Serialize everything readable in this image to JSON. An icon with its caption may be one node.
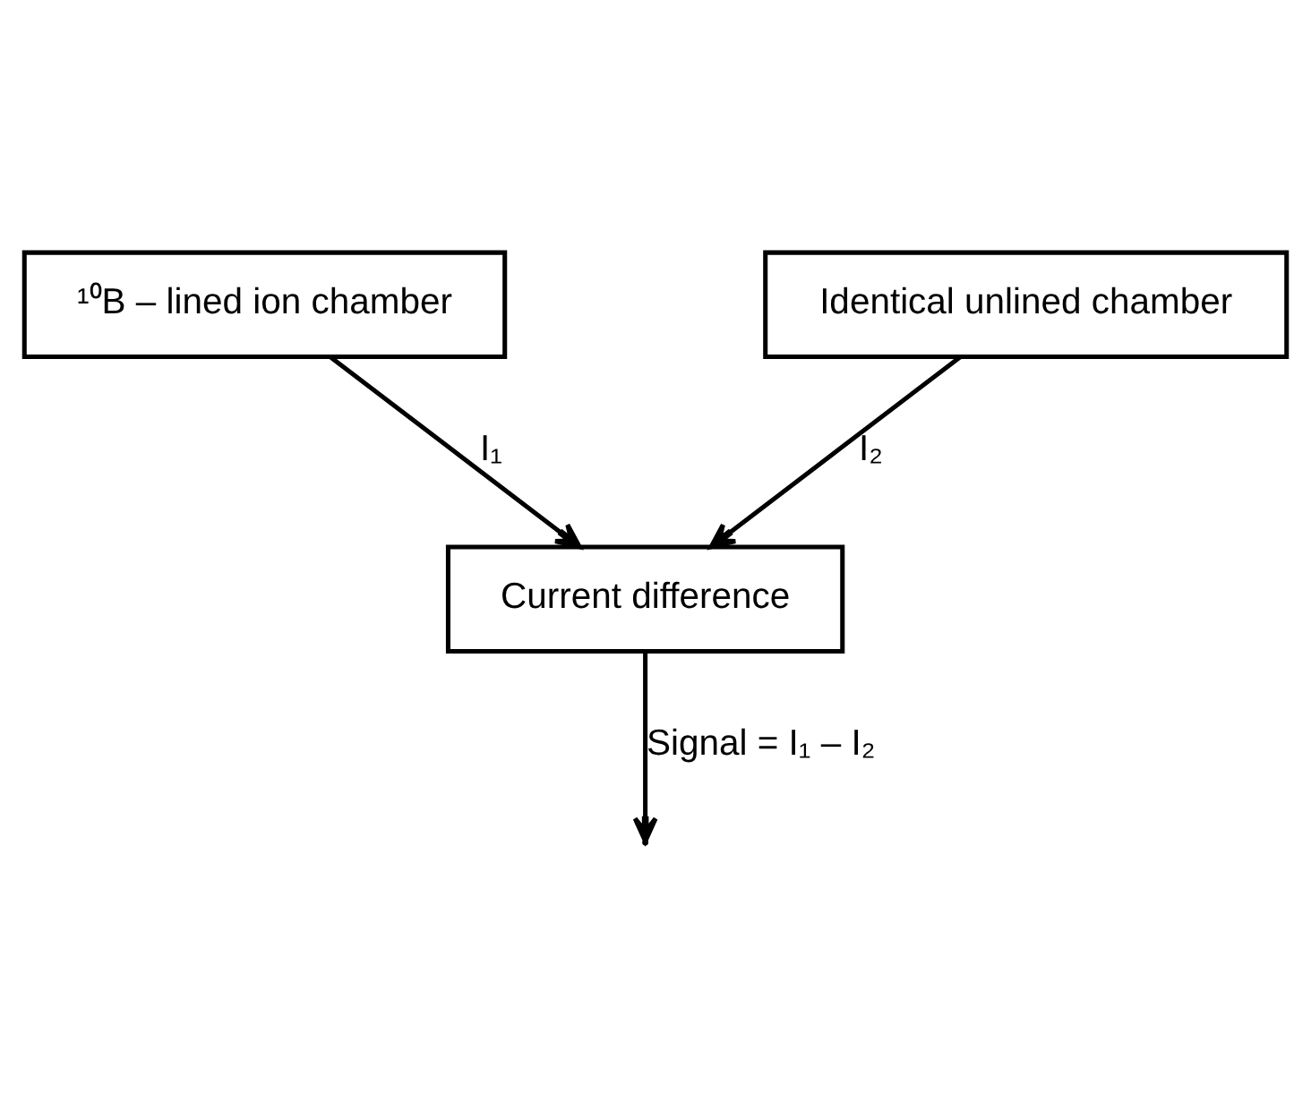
{
  "diagram": {
    "nodes": [
      {
        "text": [
          "¹⁰B – lined ion chamber"
        ]
      },
      {
        "text": [
          "Identical unlined chamber"
        ]
      },
      {
        "text": [
          "Current difference"
        ]
      }
    ],
    "edges": [
      {
        "from": 0,
        "to": 2,
        "arrow": "to",
        "label": "I₁"
      },
      {
        "from": 1,
        "to": 2,
        "arrow": "to",
        "label": "I₂"
      },
      {
        "from": 2,
        "to": null,
        "arrow": "to",
        "label": "Signal = I₁ – I₂"
      }
    ]
  }
}
